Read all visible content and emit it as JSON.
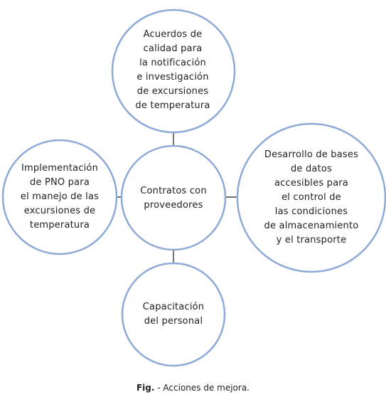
{
  "diagram": {
    "colors": {
      "circle_stroke": "#8eaad8",
      "circle_fill": "#ffffff",
      "connector": "#1a1a1a",
      "text": "#222222"
    },
    "nodes": {
      "center": "Contratos con\nproveedores",
      "top": "Acuerdos de\ncalidad para\nla notificación\ne investigación\nde excursiones\nde temperatura",
      "left": "Implementación\nde PNO para\nel manejo de las\nexcursiones de\ntemperatura",
      "right": "Desarrollo de bases\nde datos\naccesibles para\nel control de\nlas condiciones\nde almacenamiento\ny el transporte",
      "bottom": "Capacitación\ndel personal"
    }
  },
  "caption": {
    "label": "Fig.",
    "text": " - Acciones de mejora."
  }
}
